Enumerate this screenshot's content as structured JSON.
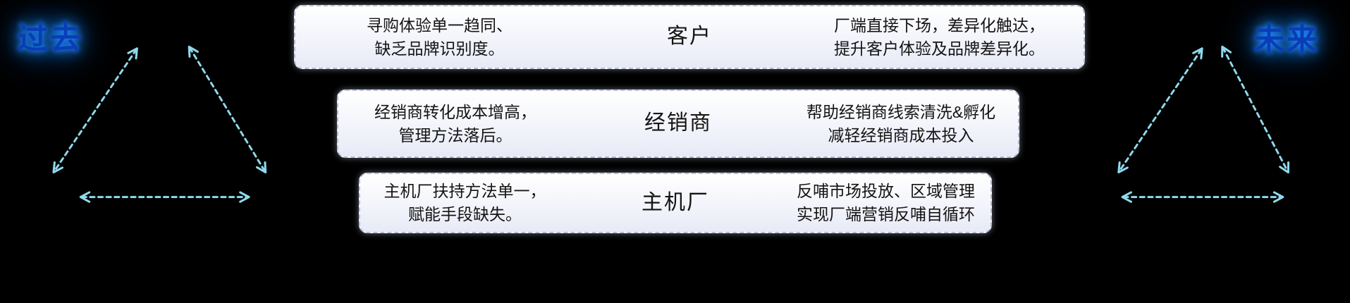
{
  "labels": {
    "past": "过去",
    "future": "未来"
  },
  "rows": [
    {
      "left": "寻购体验单一趋同、\n缺乏品牌识别度。",
      "center": "客户",
      "right": "厂端直接下场，差异化触达，\n提升客户体验及品牌差异化。"
    },
    {
      "left": "经销商转化成本增高，\n管理方法落后。",
      "center": "经销商",
      "right": "帮助经销商线索清洗&孵化\n减轻经销商成本投入"
    },
    {
      "left": "主机厂扶持方法单一，\n赋能手段缺失。",
      "center": "主机厂",
      "right": "反哺市场投放、区域管理\n实现厂端营销反哺自循环"
    }
  ],
  "colors": {
    "background": "#000000",
    "arrow": "#8fd9ec",
    "label_text": "#0a3db5",
    "label_glow": "#1e88ff",
    "box_background_top": "#ffffff",
    "box_background_bottom": "#e7eaf6",
    "box_text": "#141414"
  }
}
